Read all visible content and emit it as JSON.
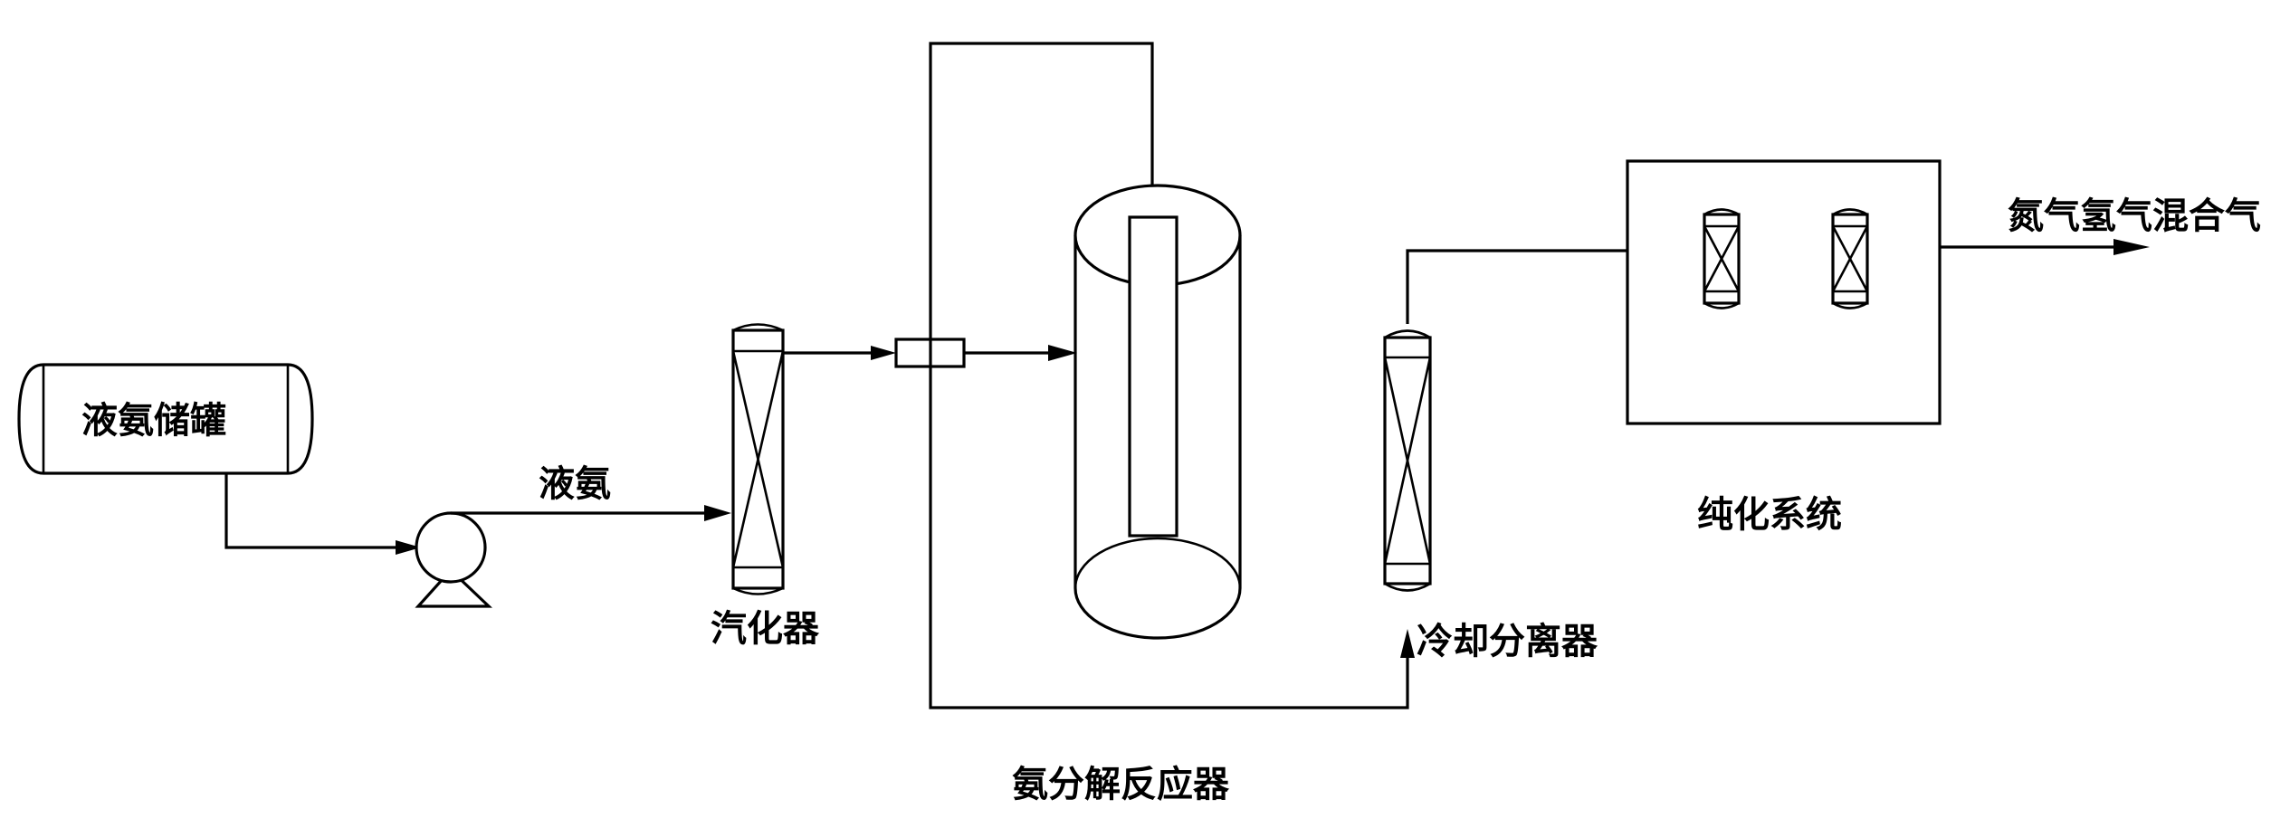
{
  "labels": {
    "storage_tank": "液氨储罐",
    "liquid_ammonia": "液氨",
    "vaporizer": "汽化器",
    "decomposition_reactor": "氨分解反应器",
    "cooling_separator": "冷却分离器",
    "purification_system": "纯化系统",
    "product_gas": "氮气氢气混合气"
  }
}
